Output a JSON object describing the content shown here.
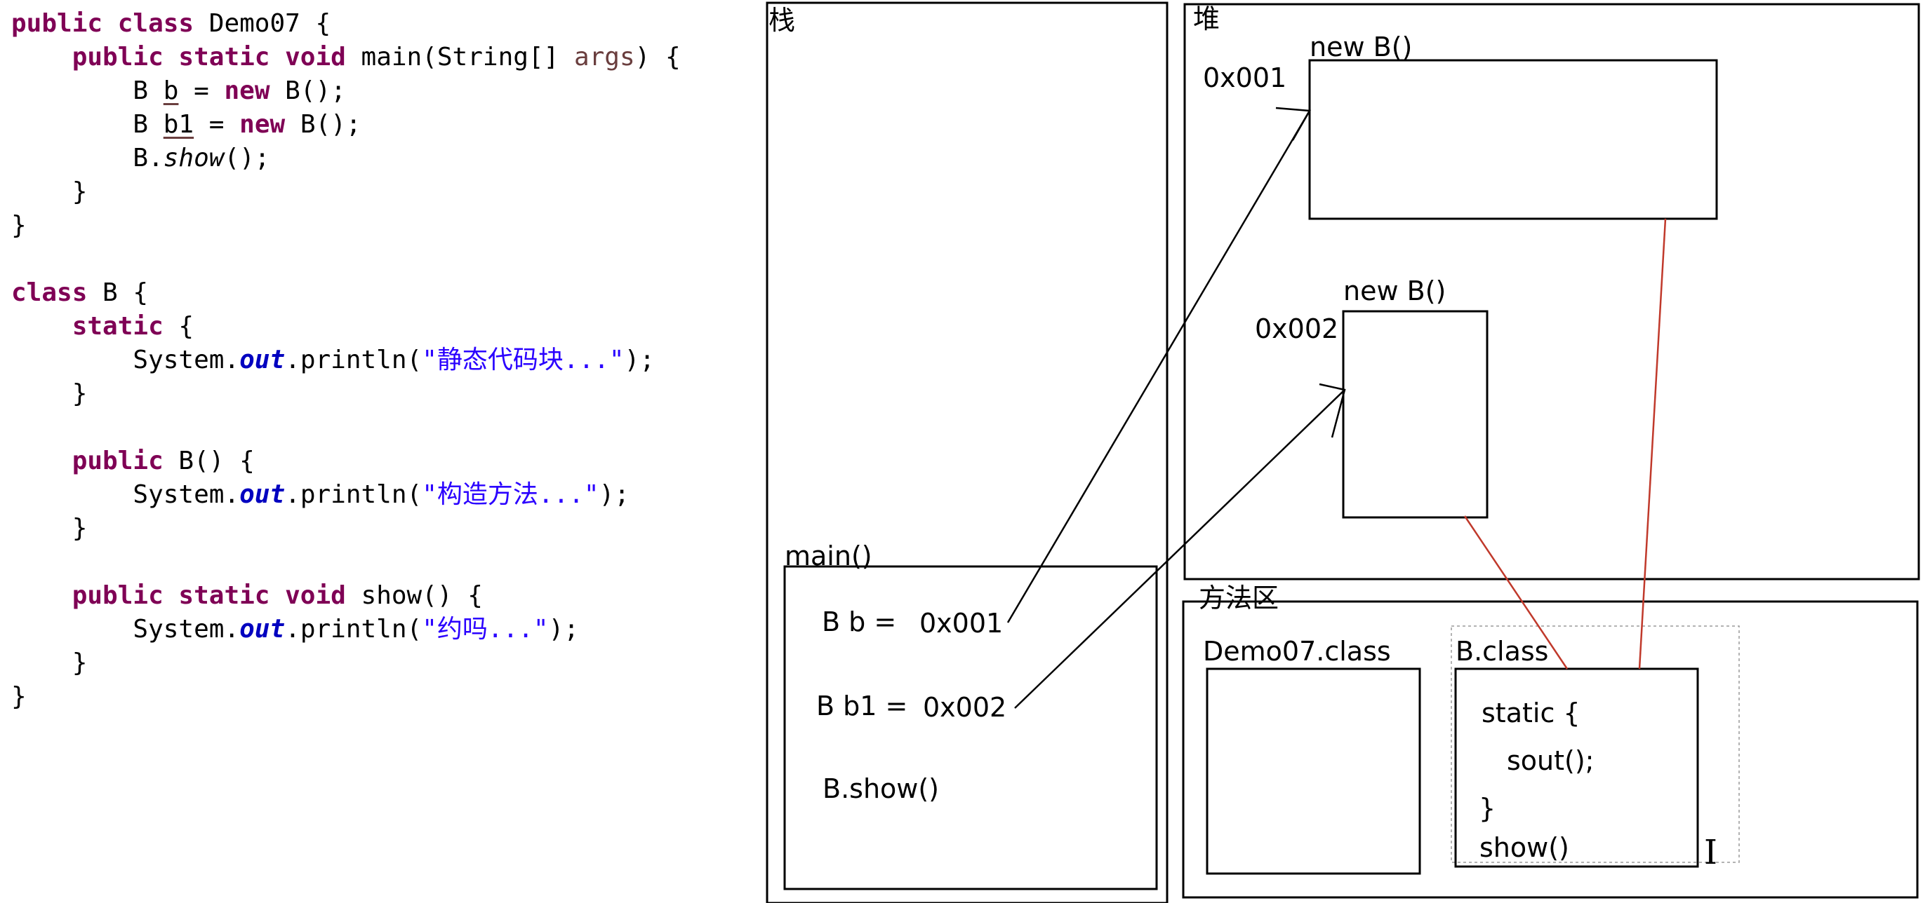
{
  "code": {
    "lines": [
      [
        {
          "t": "public class",
          "c": "kw"
        },
        {
          "t": " Demo07 {"
        }
      ],
      [
        {
          "t": "    "
        },
        {
          "t": "public static void",
          "c": "kw"
        },
        {
          "t": " main(String[] "
        },
        {
          "t": "args",
          "c": "prm"
        },
        {
          "t": ") {"
        }
      ],
      [
        {
          "t": "        B "
        },
        {
          "t": "b",
          "c": "ul"
        },
        {
          "t": " = "
        },
        {
          "t": "new",
          "c": "kw"
        },
        {
          "t": " B();"
        }
      ],
      [
        {
          "t": "        B "
        },
        {
          "t": "b1",
          "c": "ul"
        },
        {
          "t": " = "
        },
        {
          "t": "new",
          "c": "kw"
        },
        {
          "t": " B();"
        }
      ],
      [
        {
          "t": "        B."
        },
        {
          "t": "show",
          "c": "it"
        },
        {
          "t": "();"
        }
      ],
      [
        {
          "t": "    }"
        }
      ],
      [
        {
          "t": "}"
        }
      ],
      [
        {
          "t": ""
        }
      ],
      [
        {
          "t": "class",
          "c": "kw"
        },
        {
          "t": " B {"
        }
      ],
      [
        {
          "t": "    "
        },
        {
          "t": "static",
          "c": "kw"
        },
        {
          "t": " {"
        }
      ],
      [
        {
          "t": "        System."
        },
        {
          "t": "out",
          "c": "fld"
        },
        {
          "t": ".println("
        },
        {
          "t": "\"静态代码块...\"",
          "c": "str"
        },
        {
          "t": ");"
        }
      ],
      [
        {
          "t": "    }"
        }
      ],
      [
        {
          "t": ""
        }
      ],
      [
        {
          "t": "    "
        },
        {
          "t": "public",
          "c": "kw"
        },
        {
          "t": " B() {"
        }
      ],
      [
        {
          "t": "        System."
        },
        {
          "t": "out",
          "c": "fld"
        },
        {
          "t": ".println("
        },
        {
          "t": "\"构造方法...\"",
          "c": "str"
        },
        {
          "t": ");"
        }
      ],
      [
        {
          "t": "    }"
        }
      ],
      [
        {
          "t": ""
        }
      ],
      [
        {
          "t": "    "
        },
        {
          "t": "public static void",
          "c": "kw"
        },
        {
          "t": " show() {"
        }
      ],
      [
        {
          "t": "        System."
        },
        {
          "t": "out",
          "c": "fld"
        },
        {
          "t": ".println("
        },
        {
          "t": "\"约吗...\"",
          "c": "str"
        },
        {
          "t": ");"
        }
      ],
      [
        {
          "t": "    }"
        }
      ],
      [
        {
          "t": "}"
        }
      ]
    ]
  },
  "diagram": {
    "stack_title": "栈",
    "heap_title": "堆",
    "method_area_title": "方法区",
    "main_frame": {
      "label": "main()",
      "var_b": "B b =",
      "var_b_value": "0x001",
      "var_b1": "B b1 =",
      "var_b1_value": "0x002",
      "call": "B.show()"
    },
    "heap_object_1": {
      "label": "new B()",
      "address": "0x001"
    },
    "heap_object_2": {
      "label": "new B()",
      "address": "0x002"
    },
    "demo_class": {
      "label": "Demo07.class"
    },
    "b_class": {
      "label": "B.class",
      "line1": "static {",
      "line2": "sout();",
      "line3": "}",
      "line4": "show()"
    },
    "cursor_glyph": "I",
    "colors": {
      "reference_arrow": "#000000",
      "class_link": "#c0392b"
    }
  }
}
